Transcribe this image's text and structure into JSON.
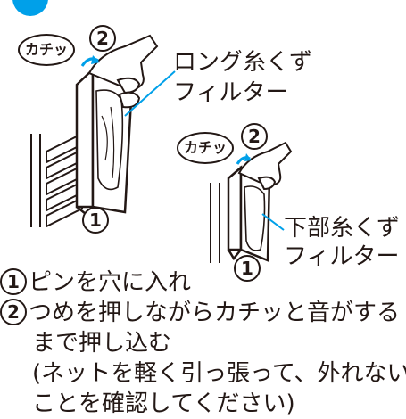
{
  "colors": {
    "accent": "#00a0e9",
    "line": "#231815",
    "arrow": "#00a0e9"
  },
  "figure_top": {
    "click_bubble": "カチッ",
    "marker_2": "2",
    "marker_1": "1",
    "filter_label_line1": "ロング糸くず",
    "filter_label_line2": "フィルター"
  },
  "figure_bottom": {
    "click_bubble": "カチッ",
    "marker_2": "2",
    "marker_1": "1",
    "filter_label_line1": "下部糸くず",
    "filter_label_line2": "フィルター"
  },
  "steps": [
    {
      "num": "1",
      "text": "ピンを穴に入れ"
    },
    {
      "num": "2",
      "text": "つめを押しながらカチッと音がする"
    }
  ],
  "continuation": [
    "まで押し込む",
    "(ネットを軽く引っ張って、外れない",
    "ことを確認してください)"
  ]
}
